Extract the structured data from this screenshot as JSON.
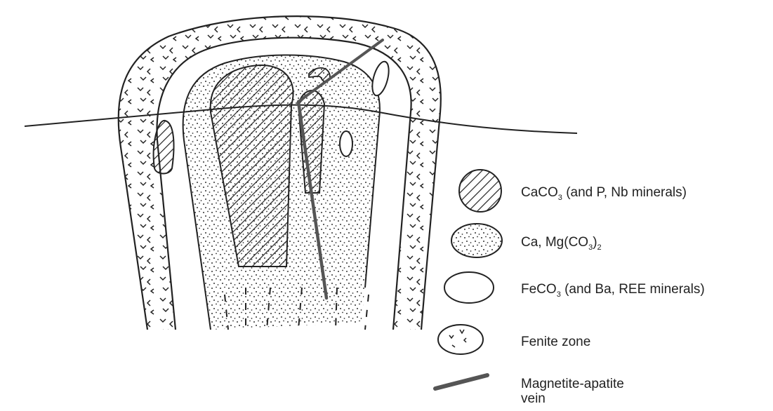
{
  "legend": [
    {
      "id": "calcite",
      "main": "CaCO",
      "sub1": "3",
      "rest": " (and P, Nb minerals)",
      "pattern": "hatched"
    },
    {
      "id": "dolomite",
      "main": "Ca, Mg(CO",
      "sub1": "3",
      "mid": ")",
      "sub2": "2",
      "pattern": "stippled"
    },
    {
      "id": "siderite",
      "main": "FeCO",
      "sub1": "3",
      "rest": " (and Ba, REE minerals)",
      "pattern": "plain"
    },
    {
      "id": "fenite",
      "text": "Fenite zone",
      "pattern": "fenite"
    },
    {
      "id": "vein",
      "line1": "Magnetite-apatite",
      "line2": "vein",
      "pattern": "vein"
    }
  ],
  "colors": {
    "ink": "#222222",
    "vein": "#555555",
    "background": "#ffffff"
  }
}
